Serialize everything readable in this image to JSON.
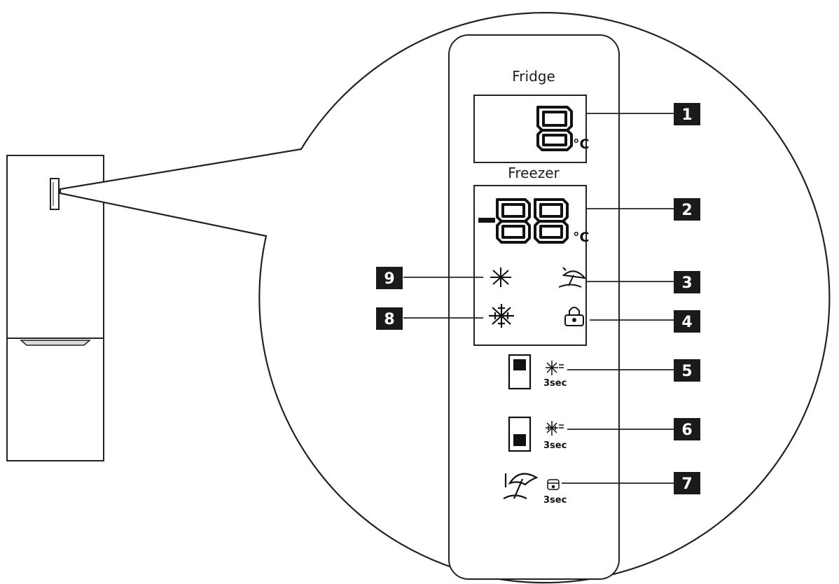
{
  "panel": {
    "fridge_label": "Fridge",
    "freezer_label": "Freezer",
    "fridge_display": "8",
    "freezer_display": "-88",
    "unit": "°C"
  },
  "hold_labels": [
    "3sec",
    "3sec",
    "3sec"
  ],
  "callouts": [
    "1",
    "2",
    "3",
    "4",
    "5",
    "6",
    "7",
    "8",
    "9"
  ],
  "icons": [
    "super-cool-icon",
    "holiday-icon",
    "lock-icon",
    "super-freeze-icon",
    "fridge-button-icon",
    "freezer-button-icon",
    "holiday-button-icon"
  ]
}
